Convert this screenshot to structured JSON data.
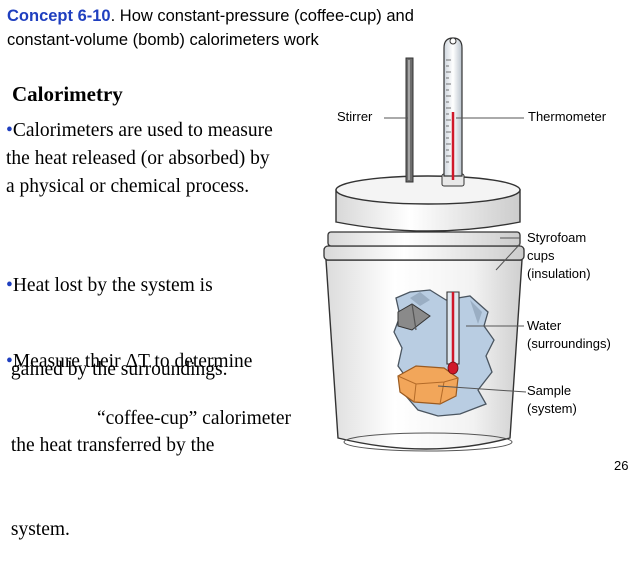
{
  "header": {
    "concept": "Concept 6-10",
    "line1_rest": ". How constant-pressure (coffee-cup) and",
    "line2": "constant-volume (bomb) calorimeters work"
  },
  "section_title": "Calorimetry",
  "bullets": [
    {
      "lines": [
        "Calorimeters are used to measure",
        "the heat released (or absorbed) by",
        "a physical or chemical process."
      ]
    },
    {
      "lines": [
        "Heat lost by the system is",
        " gained by the surroundings."
      ]
    },
    {
      "lines": [
        "Measure their ΔT to determine",
        " the heat transferred by the",
        " system."
      ]
    }
  ],
  "bullet_glyph": "•",
  "caption": "“coffee-cup” calorimeter",
  "diagram_labels": {
    "stirrer": "Stirrer",
    "thermometer": "Thermometer",
    "cups": [
      "Styrofoam",
      "cups",
      "(insulation)"
    ],
    "water": [
      "Water",
      "(surroundings)"
    ],
    "sample": [
      "Sample",
      "(system)"
    ]
  },
  "page_number": "26",
  "colors": {
    "concept_blue": "#1f3fbf",
    "water": "#b9cde2",
    "sample": "#f2a65a",
    "mercury": "#d0182a"
  }
}
